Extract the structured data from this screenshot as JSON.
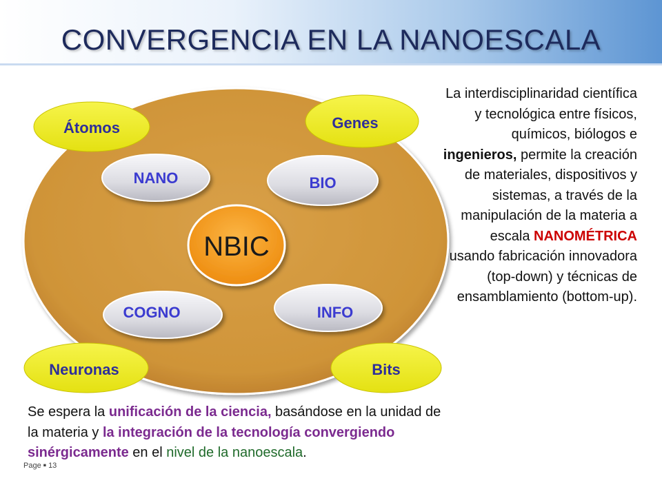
{
  "slide": {
    "title": "CONVERGENCIA EN LA NANOESCALA"
  },
  "diagram": {
    "center": "NBIC",
    "inner": [
      "NANO",
      "BIO",
      "COGNO",
      "INFO"
    ],
    "outer": [
      "Átomos",
      "Genes",
      "Neuronas",
      "Bits"
    ],
    "colors": {
      "big_circle": "#d99b3e",
      "center": "#f29a1c",
      "outer_pill": "#f0ee1c",
      "inner_pill": "#e8e8ec"
    }
  },
  "right_text": {
    "part1": "La interdisciplinaridad científica y tecnológica entre físicos, químicos, biólogos e ",
    "bold1": "ingenieros,",
    "part2": " permite la creación de materiales, dispositivos y sistemas, a través de la manipulación de la materia a escala ",
    "red": "NANOMÉTRICA",
    "part3": " usando fabricación innovadora (top-down) y técnicas de ensamblamiento (bottom-up)."
  },
  "bottom_text": {
    "part1": "Se espera la ",
    "purple1": "unificación de la ciencia,",
    "part2": " basándose en la unidad de la materia y ",
    "purple2": "la integración de la tecnología convergiendo sinérgicamente",
    "part3": " en el ",
    "green": "nivel de la nanoescala",
    "part4": "."
  },
  "footer": {
    "page_label": "Page",
    "bullet": "■",
    "page_number": "13"
  }
}
